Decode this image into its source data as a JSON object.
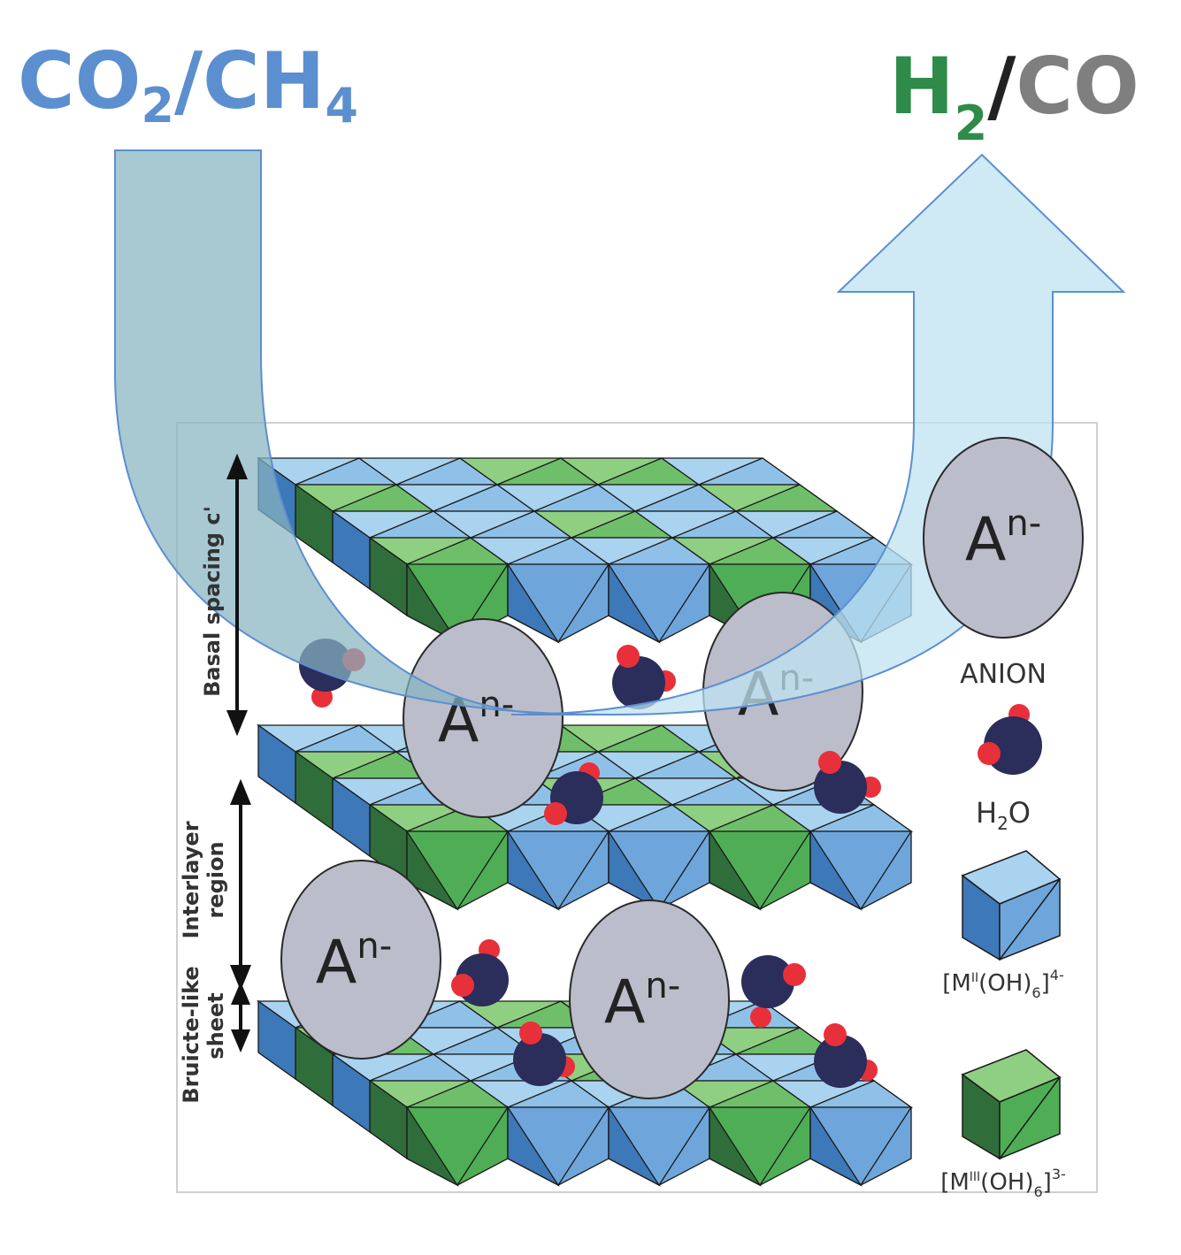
{
  "reactants": {
    "part1": "CO",
    "sub1": "2",
    "slash": "/",
    "part2": "CH",
    "sub2": "4"
  },
  "products": {
    "part1": "H",
    "sub1": "2",
    "slash": "/",
    "part2": "CO"
  },
  "annotations": {
    "basal_spacing": "Basal spacing c'",
    "interlayer_line1": "Interlayer",
    "interlayer_line2": "region",
    "brucite_line1": "Bruicte-like",
    "brucite_line2": "sheet"
  },
  "anion_label": {
    "base": "A",
    "sup": "n-"
  },
  "legend": {
    "anion": "ANION",
    "water": {
      "base": "H",
      "sub": "2",
      "tail": "O"
    },
    "m2": {
      "open": "[M",
      "ox": "II",
      "mid": "(OH)",
      "sub": "6",
      "close": "]",
      "charge": "4-"
    },
    "m3": {
      "open": "[M",
      "ox": "III",
      "mid": "(OH)",
      "sub": "6",
      "close": "]",
      "charge": "3-"
    }
  },
  "colors": {
    "reactants_text": "#5b8fcf",
    "h2_text": "#2e8b4a",
    "co_text": "#7f7f7f",
    "slash_product": "#222222",
    "octahedron_blue": "#6ea6dc",
    "octahedron_green": "#4fae55",
    "anion_fill": "#bcbdca",
    "water_body": "#2b2d5a",
    "water_h": "#e8303a",
    "arrow_in": "#86b3c0",
    "arrow_out": "#bfe3f0"
  },
  "icons": [
    "reactant-arrow-icon",
    "product-arrow-icon",
    "water-molecule-icon",
    "blue-octahedron-icon",
    "green-octahedron-icon"
  ]
}
